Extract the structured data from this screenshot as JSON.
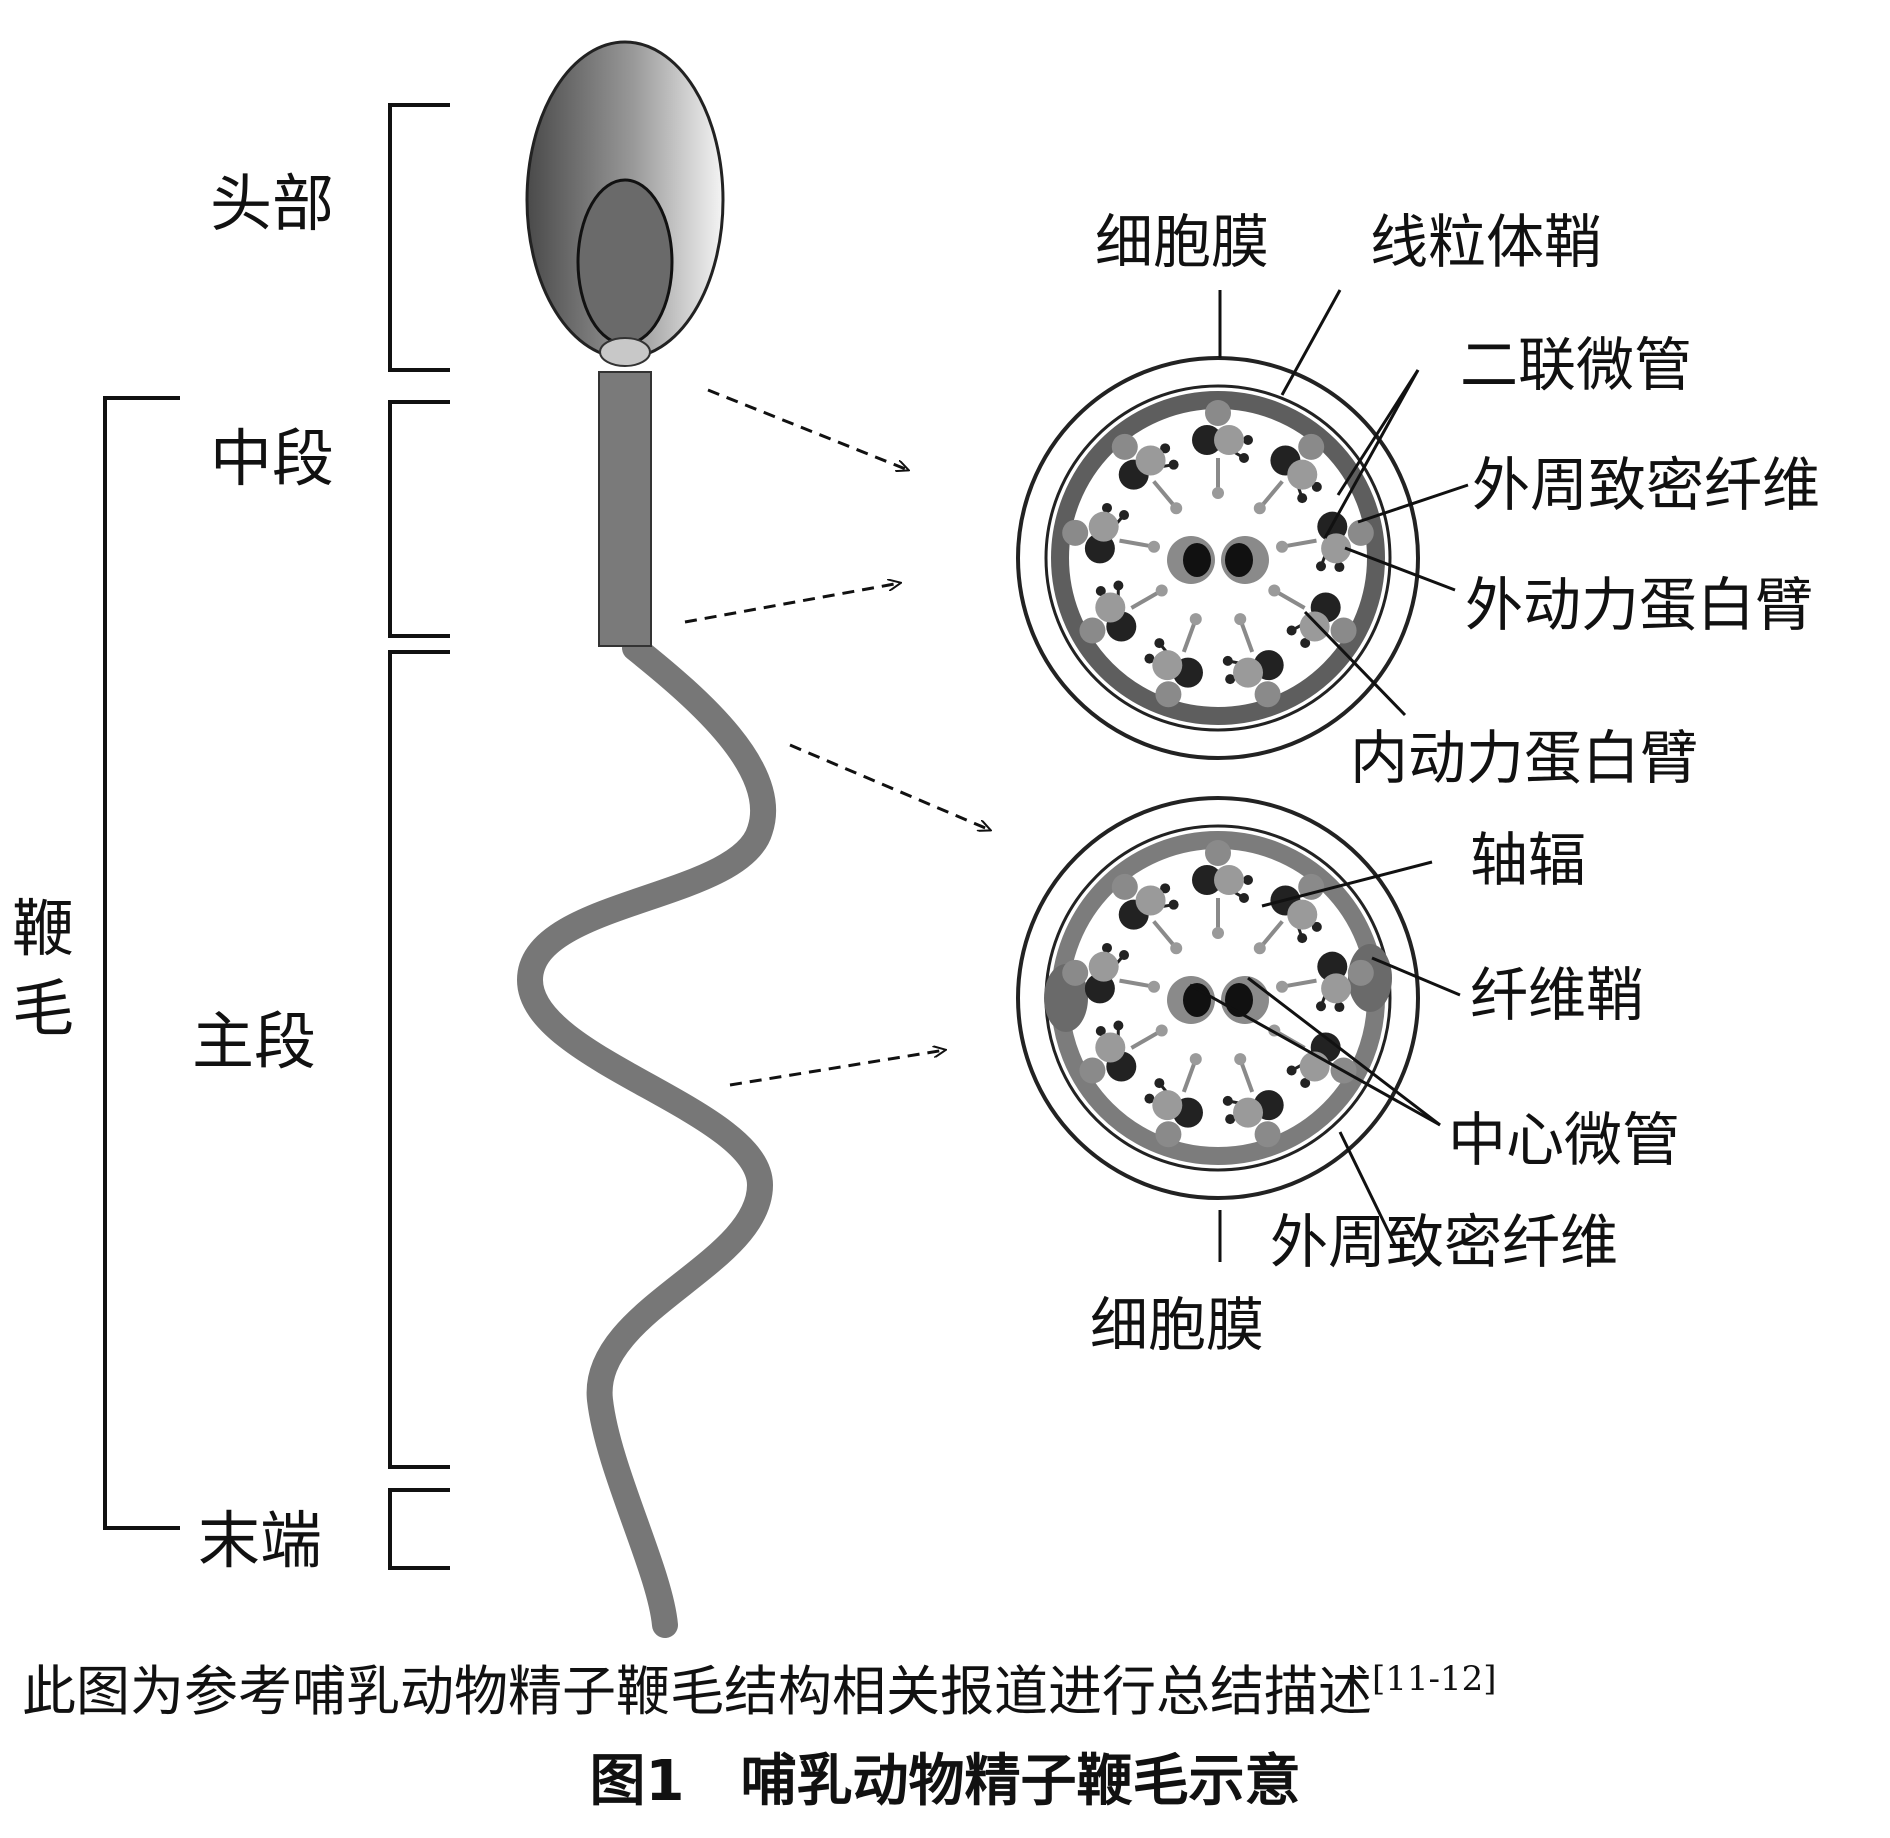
{
  "sperm_regions": {
    "head": "头部",
    "midpiece": "中段",
    "principal_piece": "主段",
    "end_piece": "末端",
    "flagellum": [
      "鞭",
      "毛"
    ]
  },
  "cross_section_labels": {
    "membrane_top": "细胞膜",
    "mitochondrial_sheath": "线粒体鞘",
    "doublet_microtubules": "二联微管",
    "outer_dense_fiber_top": "外周致密纤维",
    "outer_dynein_arm": "外动力蛋白臂",
    "inner_dynein_arm": "内动力蛋白臂",
    "radial_spoke": "轴辐",
    "fibrous_sheath": "纤维鞘",
    "central_microtubules": "中心微管",
    "outer_dense_fiber_bottom": "外周致密纤维",
    "membrane_bottom": "细胞膜"
  },
  "caption": {
    "text": "此图为参考哺乳动物精子鞭毛结构相关报道进行总结描述",
    "ref": "[11-12]",
    "title": "图1　哺乳动物精子鞭毛示意"
  }
}
